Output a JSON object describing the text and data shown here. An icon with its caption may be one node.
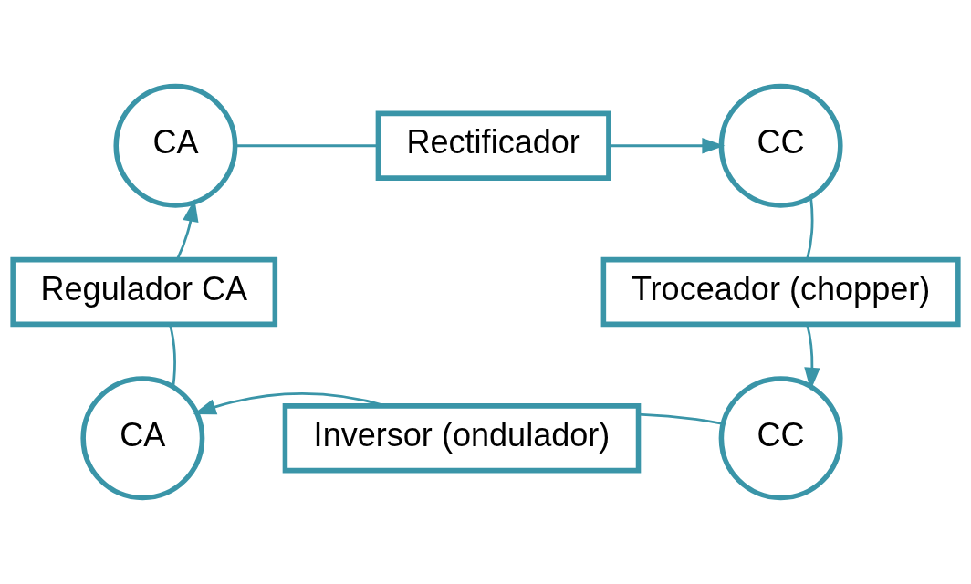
{
  "diagram": {
    "nodes": [
      {
        "text": [
          "CA"
        ]
      },
      {
        "text": [
          "Rectificador"
        ]
      },
      {
        "text": [
          "CC"
        ]
      },
      {
        "text": [
          "Regulador CA"
        ]
      },
      {
        "text": [
          "Troceador (chopper)"
        ]
      },
      {
        "text": [
          "CA"
        ]
      },
      {
        "text": [
          "Inversor (ondulador)"
        ]
      },
      {
        "text": [
          "CC"
        ]
      }
    ],
    "edges": [
      {
        "from": 0,
        "to": 1,
        "arrow": "none"
      },
      {
        "from": 1,
        "to": 2,
        "arrow": "to"
      },
      {
        "from": 2,
        "to": 4,
        "arrow": "none"
      },
      {
        "from": 4,
        "to": 7,
        "arrow": "to"
      },
      {
        "from": 7,
        "to": 6,
        "arrow": "none"
      },
      {
        "from": 6,
        "to": 5,
        "arrow": "to"
      },
      {
        "from": 5,
        "to": 3,
        "arrow": "none"
      },
      {
        "from": 3,
        "to": 0,
        "arrow": "to"
      }
    ]
  }
}
